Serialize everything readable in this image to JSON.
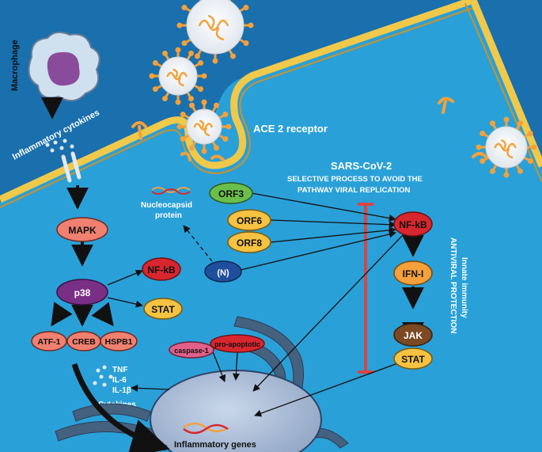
{
  "macrophage": {
    "label": "Macrophage",
    "cytokines_label": "Inflammatory cytokines"
  },
  "receptor": {
    "label": "ACE 2 receptor"
  },
  "virus": {
    "title": "SARS-CoV-2",
    "subtitle_line1": "SELECTIVE PROCESS TO AVOID THE",
    "subtitle_line2": "PATHWAY VIRAL REPLICATION"
  },
  "side_text": {
    "line1": "Innate immunity",
    "line2": "ANTIVIRAL PROTECTION"
  },
  "nucleocapsid": {
    "line1": "Nucleocapsid",
    "line2": "protein"
  },
  "nodes": {
    "orf3": "ORF3",
    "orf6": "ORF6",
    "orf8": "ORF8",
    "n": "(N)",
    "nfkb_right": "NF-kB",
    "ifn": "IFN-I",
    "jak": "JAK",
    "stat_right": "STAT",
    "mapk": "MAPK",
    "p38": "p38",
    "nfkb_left": "NF-kB",
    "stat_left": "STAT",
    "atf1": "ATF-1",
    "creb": "CREB",
    "hspb1": "HSPB1",
    "caspase": "caspase-1",
    "proapoptotic": "pro-apoptotic"
  },
  "cytokines": {
    "tnf": "TNF",
    "il6": "IL-6",
    "il1b": "IL-1β",
    "label": "Cytokines"
  },
  "nucleus": {
    "label": "Inflammatory genes"
  },
  "colors": {
    "outside": "#1a6fad",
    "cell": "#2aa0d8",
    "membrane": "#f0c94a",
    "orange_spike": "#f4a13b",
    "red": "#d8262e",
    "purple": "#7a2f86",
    "salmon": "#f08070",
    "green": "#6abf4b",
    "yellow": "#f5c242",
    "blue_node": "#1f4f9c",
    "brown": "#7b4a22",
    "pink": "#e0608a",
    "inhibit": "#d94545"
  }
}
